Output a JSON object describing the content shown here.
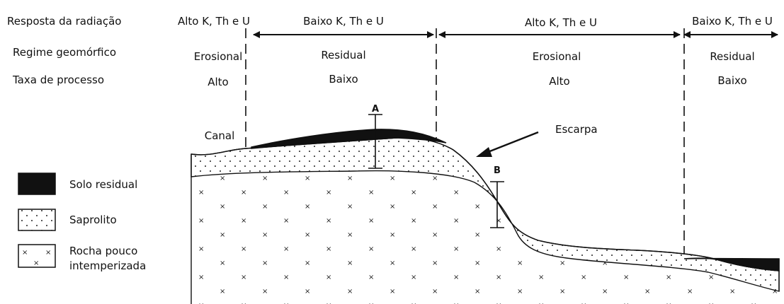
{
  "rows": {
    "radiation_label": "Resposta da radiação",
    "regime_label": "Regime geomórfico",
    "rate_label": "Taxa de processo"
  },
  "zones": [
    {
      "radiation": "Alto K, Th e U",
      "regime": "Erosional",
      "rate": "Alto"
    },
    {
      "radiation": "Baixo K, Th e U",
      "regime": "Residual",
      "rate": "Baixo"
    },
    {
      "radiation": "Alto K, Th e U",
      "regime": "Erosional",
      "rate": "Alto"
    },
    {
      "radiation": "Baixo K, Th e U",
      "regime": "Residual",
      "rate": "Baixo"
    }
  ],
  "annotations": {
    "channel": "Canal",
    "scarp": "Escarpa",
    "marker_a": "A",
    "marker_b": "B"
  },
  "legend": {
    "residual_soil": "Solo residual",
    "saprolite": "Saprolito",
    "rock_line1": "Rocha pouco",
    "rock_line2": "intemperizada"
  },
  "colors": {
    "ink": "#111111",
    "soil": "#111111",
    "background": "#ffffff"
  }
}
